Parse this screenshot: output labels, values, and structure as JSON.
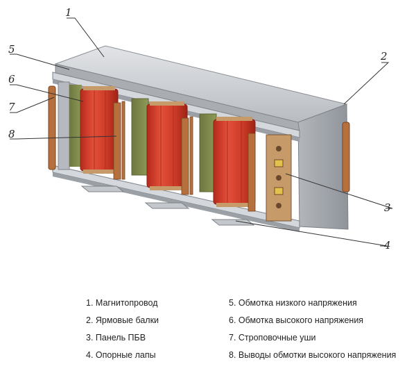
{
  "callouts": [
    {
      "num": "1",
      "label": "Магнитопровод"
    },
    {
      "num": "2",
      "label": "Ярмовые балки"
    },
    {
      "num": "3",
      "label": "Панель ПБВ"
    },
    {
      "num": "4",
      "label": "Опорные лапы"
    },
    {
      "num": "5",
      "label": "Обмотка низкого напряжения"
    },
    {
      "num": "6",
      "label": "Обмотка высокого напряжения"
    },
    {
      "num": "7",
      "label": "Строповочные уши"
    },
    {
      "num": "8",
      "label": "Выводы обмотки высокого напряжения"
    }
  ],
  "legend_left": [
    "1. Магнитопровод",
    "2. Ярмовые балки",
    "3. Панель ПБВ",
    "4. Опорные лапы"
  ],
  "legend_right": [
    "5. Обмотка низкого напряжения",
    "6. Обмотка высокого напряжения",
    "7. Строповочные уши",
    "8. Выводы обмотки высокого напряжения"
  ],
  "colors": {
    "steel": "#c9ccd0",
    "steel_dark": "#9ea3a9",
    "hv_coil": "#d9402e",
    "lv_coil": "#7f8a4a",
    "insulation": "#c79a6a",
    "panel": "#c79a6a"
  }
}
